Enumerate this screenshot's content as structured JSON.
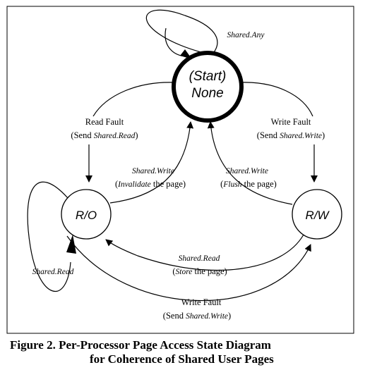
{
  "states": {
    "start": {
      "line1": "(Start)",
      "line2": "None"
    },
    "ro": {
      "label": "R/O"
    },
    "rw": {
      "label": "R/W"
    }
  },
  "transitions": {
    "start_self": "Shared.Any",
    "start_to_ro": {
      "line1": "Read Fault",
      "line2_prefix": "(Send ",
      "line2_italic": "Shared.Read",
      "line2_suffix": ")"
    },
    "start_to_rw": {
      "line1": "Write Fault",
      "line2_prefix": "(Send ",
      "line2_italic": "Shared.Write",
      "line2_suffix": ")"
    },
    "ro_to_start": {
      "line1": "Shared.Write",
      "line2_prefix": "(",
      "line2_italic": "Invalidate",
      "line2_suffix": " the page)"
    },
    "rw_to_start": {
      "line1": "Shared.Write",
      "line2_prefix": "(",
      "line2_italic": "Flush",
      "line2_suffix": " the page)"
    },
    "ro_self": "Shared.Read",
    "rw_to_ro": {
      "line1": "Shared.Read",
      "line2_prefix": "(",
      "line2_italic": "Store",
      "line2_suffix": " the page)"
    },
    "ro_to_rw": {
      "line1": "Write Fault",
      "line2_prefix": "(Send ",
      "line2_italic": "Shared.Write",
      "line2_suffix": ")"
    }
  },
  "caption": {
    "line1": "Figure 2. Per-Processor Page Access State Diagram",
    "line2": "for Coherence of Shared User Pages"
  }
}
